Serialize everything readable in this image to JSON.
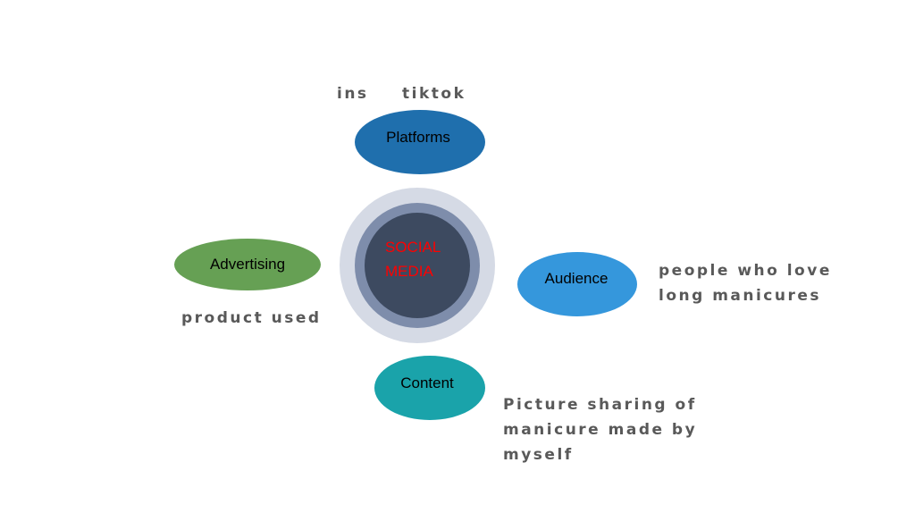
{
  "center": {
    "line1": "SOCIAL",
    "line2": "MEDIA"
  },
  "nodes": {
    "platforms": {
      "label": "Platforms",
      "color": "#1f6fad",
      "notes": [
        "ins",
        "tiktok"
      ]
    },
    "advertising": {
      "label": "Advertising",
      "color": "#66a054",
      "notes": [
        "product used"
      ]
    },
    "audience": {
      "label": "Audience",
      "color": "#3597dc",
      "notes": [
        "people who love",
        "long manicures"
      ]
    },
    "content": {
      "label": "Content",
      "color": "#1aa3aa",
      "notes": [
        "Picture sharing of",
        "manicure made by",
        "myself"
      ]
    }
  },
  "colors": {
    "outer_ring": "#d5dae5",
    "middle_ring": "#7e8dab",
    "core": "#3d4a60",
    "center_text": "#ff0000"
  }
}
